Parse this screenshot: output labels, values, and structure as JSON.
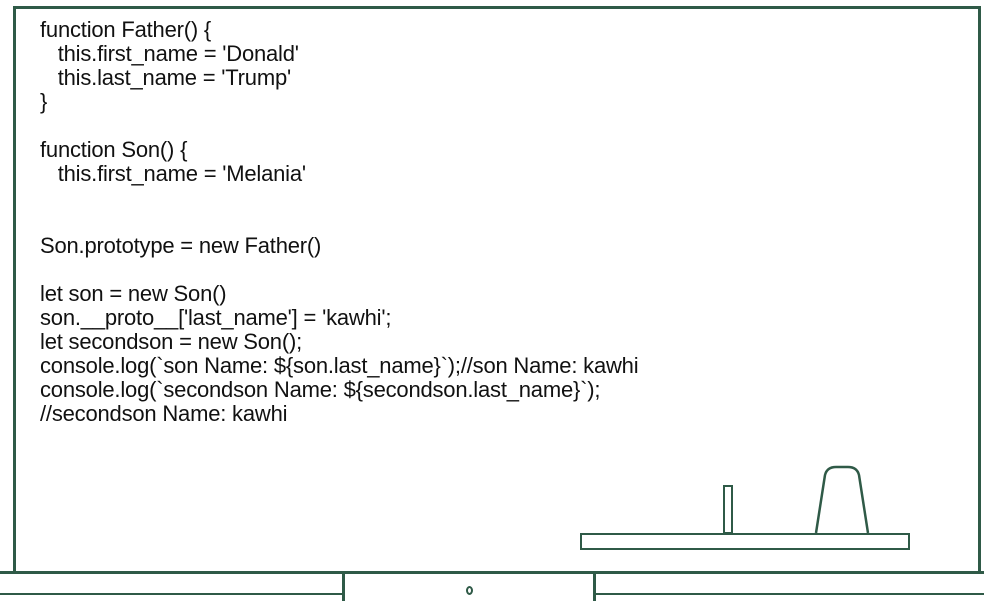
{
  "code": {
    "lines": [
      "function Father() {",
      "   this.first_name = 'Donald'",
      "   this.last_name = 'Trump'",
      "}",
      "",
      "function Son() {",
      "   this.first_name = 'Melania'",
      "",
      "",
      "Son.prototype = new Father()",
      "",
      "let son = new Son()",
      "son.__proto__['last_name'] = 'kawhi';",
      "let secondson = new Son();",
      "console.log(`son Name: ${son.last_name}`);//son Name: kawhi",
      "console.log(`secondson Name: ${secondson.last_name}`);",
      "//secondson Name: kawhi"
    ]
  },
  "colors": {
    "frame": "#2f5a47",
    "text": "#111111",
    "background": "#ffffff"
  },
  "icons": {
    "marker": "marker-icon",
    "eraser": "eraser-icon"
  }
}
